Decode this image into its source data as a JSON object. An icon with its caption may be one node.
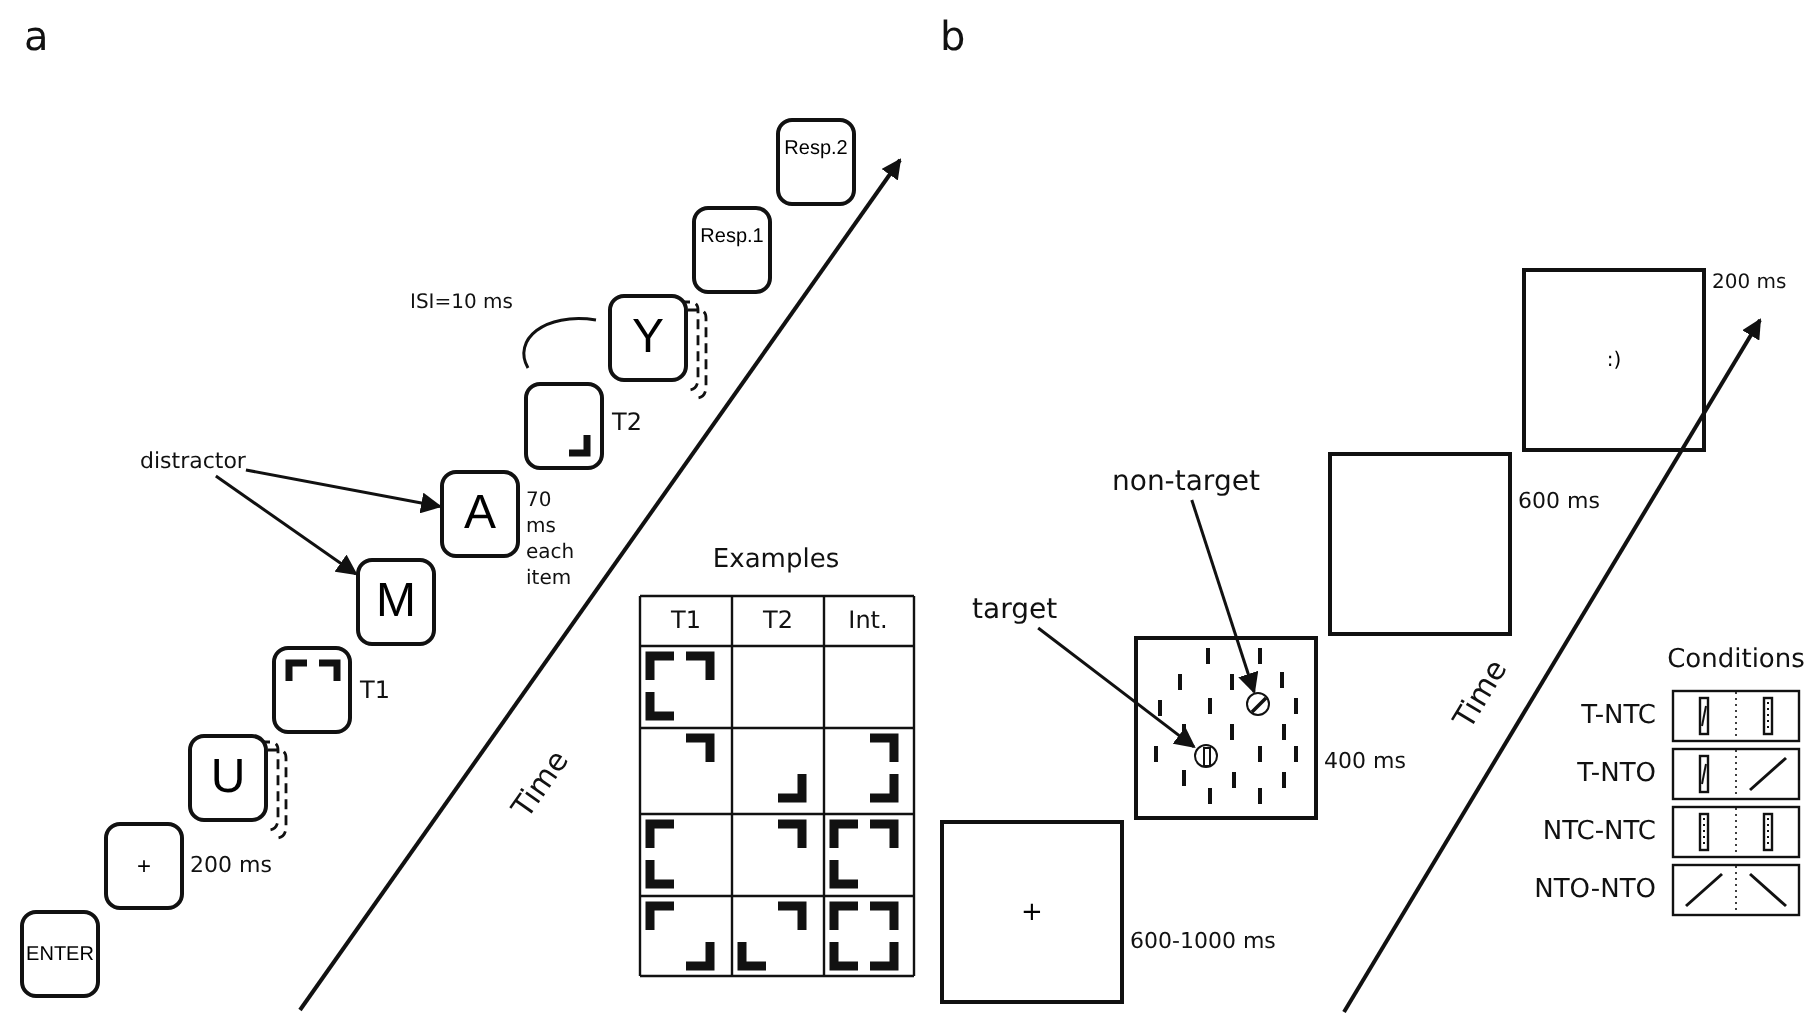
{
  "diagram": {
    "nodes": [
      {
        "text": [
          "ENTER"
        ]
      },
      {
        "text": [
          "+"
        ],
        "beside": [
          "200 ms"
        ]
      },
      {
        "text": [
          "U"
        ]
      },
      {
        "text": [],
        "shape": "box",
        "beside": [
          "T1"
        ]
      },
      {
        "text": [
          "M"
        ]
      },
      {
        "text": [
          "A"
        ],
        "beside": [
          "70 ms each item"
        ]
      },
      {
        "text": [],
        "shape": "box",
        "beside": [
          "T2"
        ]
      },
      {
        "text": [
          "Y"
        ]
      },
      {
        "text": [
          "Resp.1"
        ]
      },
      {
        "text": [
          "Resp.2"
        ]
      },
      {
        "text": [
          "distractor"
        ]
      },
      {
        "text": [
          "+"
        ],
        "beside": [
          "600-1000 ms"
        ]
      },
      {
        "text": [],
        "shape": "box",
        "beside": [
          "400 ms"
        ]
      },
      {
        "text": [],
        "shape": "circle",
        "in": 12
      },
      {
        "text": [],
        "shape": "circle",
        "in": 12
      },
      {
        "text": [],
        "shape": "box",
        "beside": [
          "600 ms"
        ]
      },
      {
        "text": [
          ":)"
        ],
        "beside": [
          "200 ms"
        ]
      },
      {
        "text": [
          "target"
        ]
      },
      {
        "text": [
          "non-target"
        ]
      }
    ],
    "edges": [
      {
        "from": 10,
        "to": 5,
        "arrow": "to"
      },
      {
        "from": 10,
        "to": 4,
        "arrow": "to"
      },
      {
        "from": 17,
        "to": 13,
        "arrow": "to"
      },
      {
        "from": 18,
        "to": 14,
        "arrow": "to"
      }
    ],
    "labels": [
      "a",
      "ISI=10 ms",
      "Time",
      "Examples",
      "T1",
      "T2",
      "Int.",
      "b",
      "Time",
      "Conditions",
      "T-NTC",
      "T-NTO",
      "NTC-NTC",
      "NTO-NTO"
    ]
  }
}
